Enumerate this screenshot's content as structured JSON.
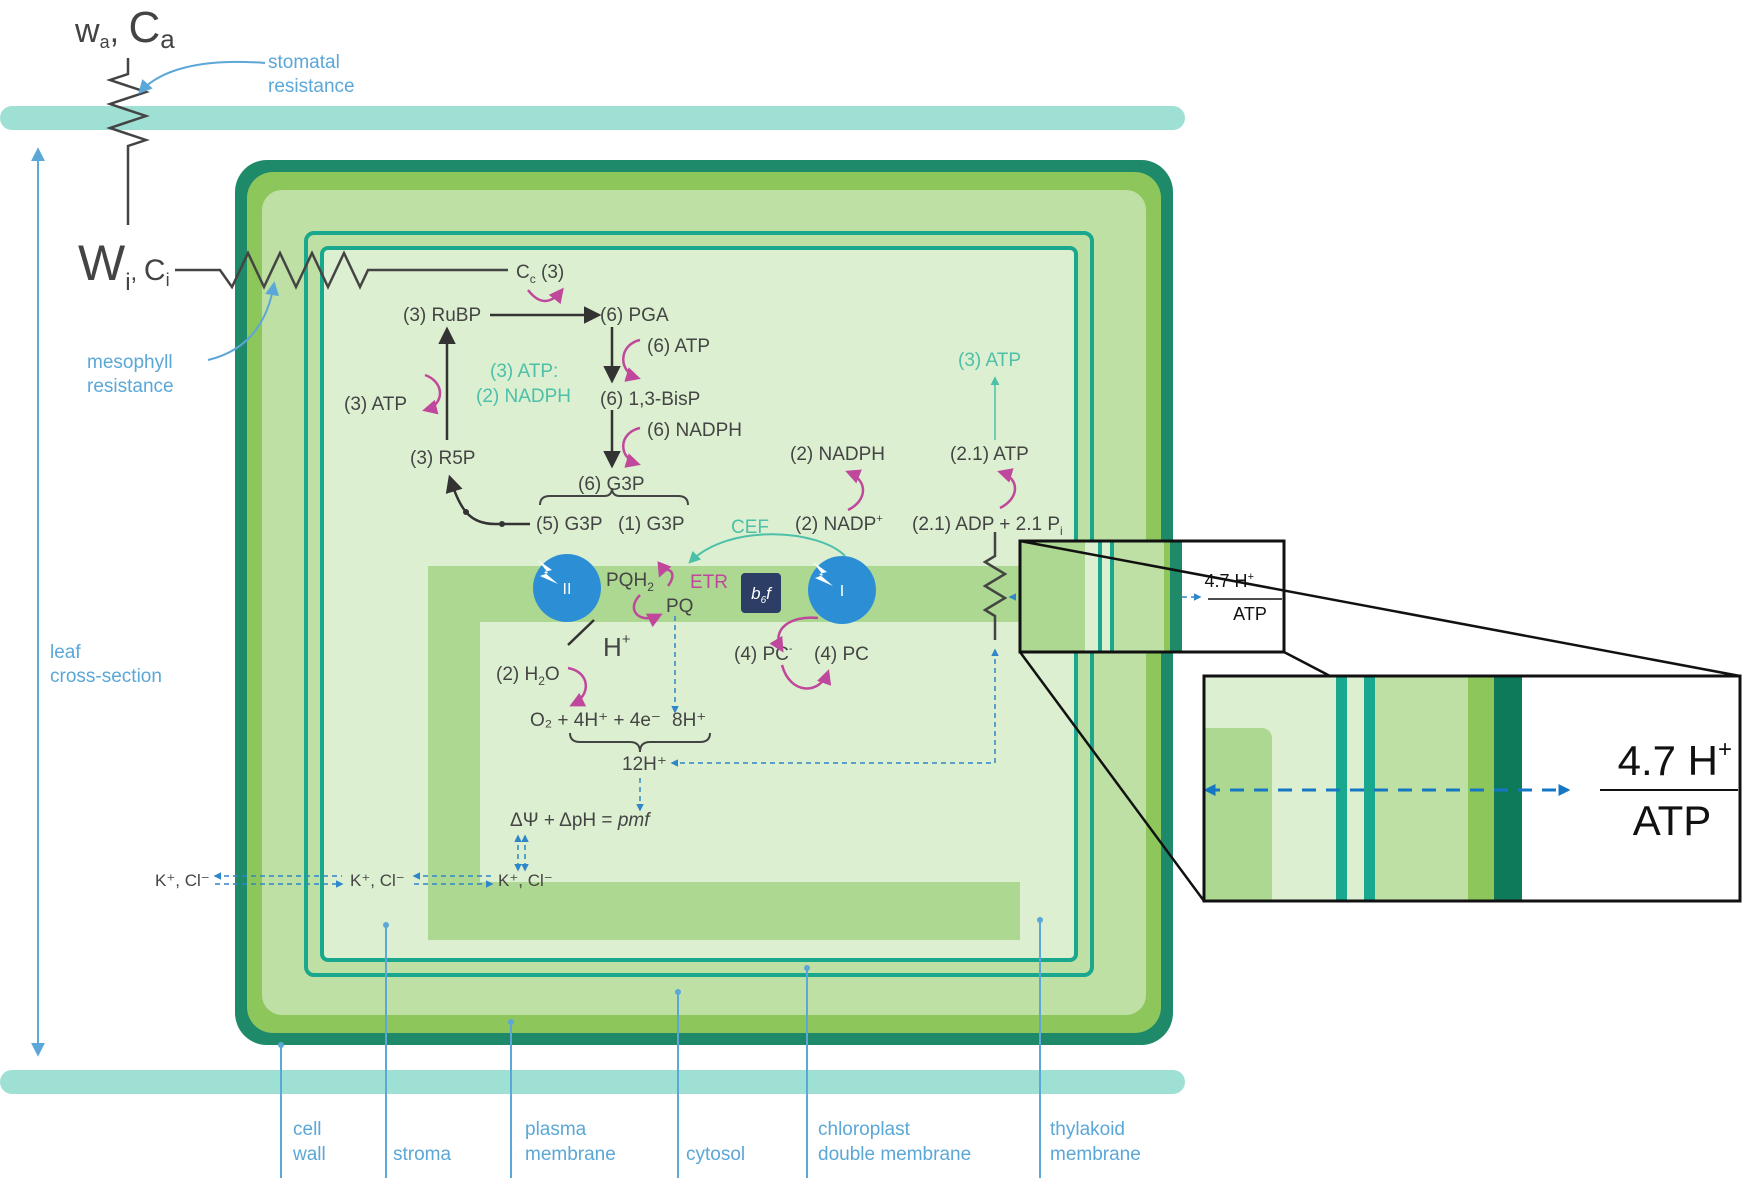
{
  "atmosphere": {
    "w_label": "w",
    "w_sub": "a",
    "c_label": "C",
    "c_sub": "a"
  },
  "intercellular": {
    "w_label": "W",
    "w_sub": "i",
    "c_label": "C",
    "c_sub": "i"
  },
  "chloroplast_co2": {
    "c_label": "C",
    "c_sub": "c",
    "count": "(3)"
  },
  "labels": {
    "stomatal_resistance": [
      "stomatal",
      "resistance"
    ],
    "mesophyll_resistance": [
      "mesophyll",
      "resistance"
    ],
    "leaf_cross_section": [
      "leaf",
      "cross-section"
    ]
  },
  "calvin_cycle": {
    "rubp": "(3) RuBP",
    "pga": "(6) PGA",
    "atp6": "(6) ATP",
    "bisp": "(6) 1,3-BisP",
    "nadph6": "(6) NADPH",
    "g3p6": "(6) G3P",
    "g3p5": "(5) G3P",
    "g3p1": "(1) G3P",
    "r5p": "(3) R5P",
    "atp3": "(3) ATP",
    "ratio_atp": "(3) ATP:",
    "ratio_nadph": "(2) NADPH"
  },
  "light_reactions": {
    "nadph2": "(2) NADPH",
    "nadp2": "(2) NADP",
    "nadp_sup": "+",
    "atp21": "(2.1) ATP",
    "adp": "(2.1) ADP + 2.1 P",
    "adp_sub": "i",
    "atp3_out": "(3) ATP",
    "cef": "CEF",
    "etr": "ETR",
    "psii": "II",
    "psi": "I",
    "b6f": "b",
    "b6f_sub": "6",
    "b6f_tail": "f",
    "pqh2": "PQH",
    "pqh2_sub": "2",
    "pq": "PQ",
    "h_plus": "H",
    "h_sup": "+",
    "pc_minus": "(4) PC",
    "pc_minus_sup": "-",
    "pc": "(4) PC",
    "h2o": "(2) H",
    "h2o_sub": "2",
    "h2o_tail": "O",
    "o2_line": "O₂ + 4H⁺ + 4e⁻",
    "h8": "8H⁺",
    "h12": "12H⁺",
    "pmf_lhs": "ΔΨ + ΔpH = ",
    "pmf_rhs": "pmf"
  },
  "ions": {
    "k_cl_1": "K⁺, Cl⁻",
    "k_cl_2": "K⁺, Cl⁻",
    "k_cl_3": "K⁺, Cl⁻"
  },
  "ratio_small": {
    "numerator": "4.7 H",
    "sup": "+",
    "denominator": "ATP"
  },
  "ratio_large": {
    "numerator": "4.7 H",
    "sup": "+",
    "denominator": "ATP"
  },
  "bottom_labels": {
    "cell_wall": [
      "cell",
      "wall"
    ],
    "stroma": [
      "stroma"
    ],
    "plasma_membrane": [
      "plasma",
      "membrane"
    ],
    "cytosol": [
      "cytosol"
    ],
    "chloroplast": [
      "chloroplast",
      "double membrane"
    ],
    "thylakoid": [
      "thylakoid",
      "membrane"
    ]
  },
  "colors": {
    "epidermis": "#9fe0d4",
    "cell_wall": "#1e8a6a",
    "cytosol": "#8dc65a",
    "stroma": "#bfe0a4",
    "chloroplast_line": "#19a88e",
    "thylakoid": "#add891",
    "lumen": "#dcefd0",
    "label_blue": "#5aa7d8",
    "teal_text": "#4cc0a8",
    "magenta": "#c0489c",
    "psi_blue": "#2c8fd6",
    "b6f_navy": "#2c3e66"
  }
}
